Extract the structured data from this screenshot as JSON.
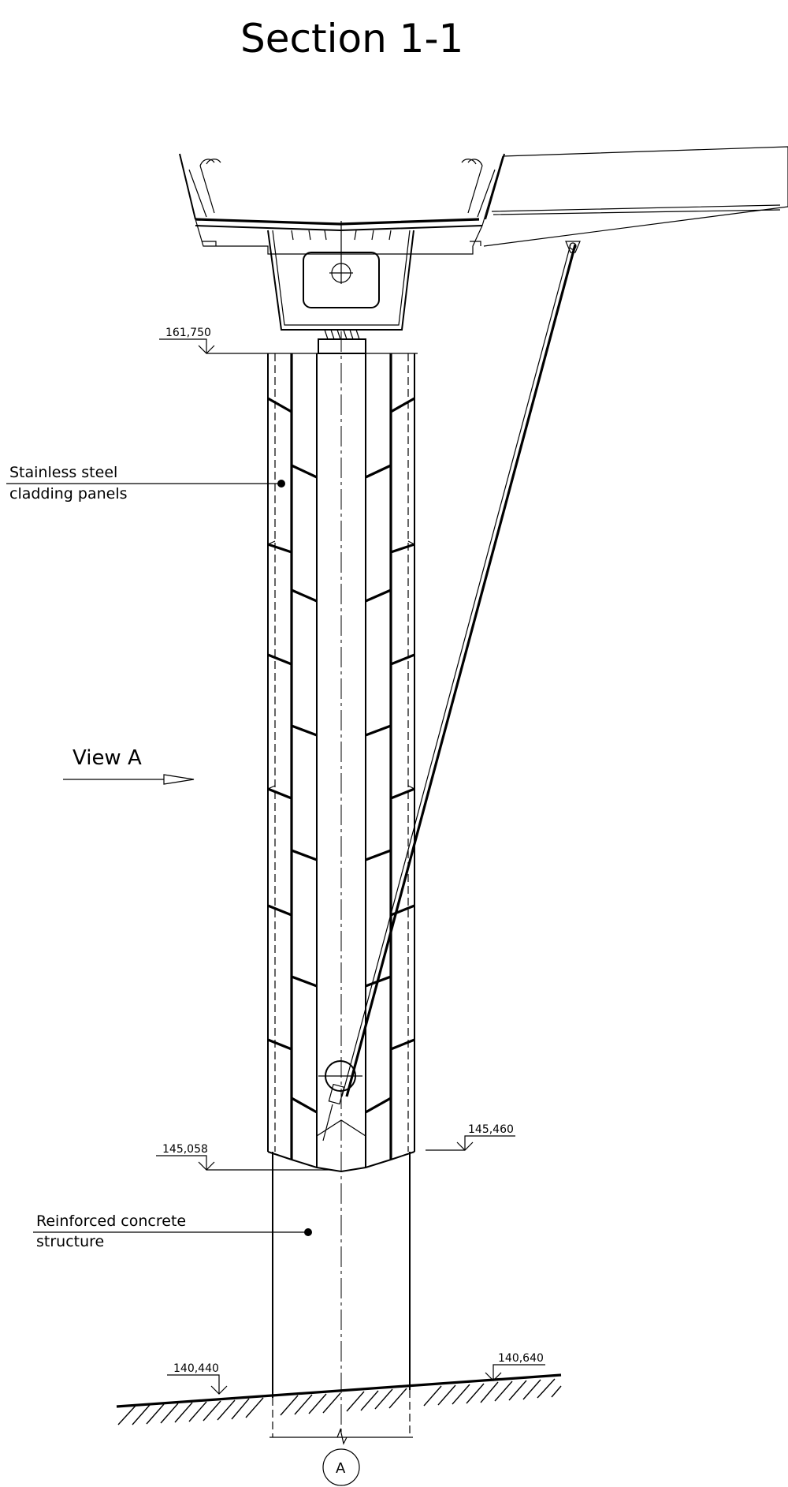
{
  "title": "Section 1-1",
  "labels": {
    "cladding_line1": "Stainless steel",
    "cladding_line2": "cladding panels",
    "concrete_line1": "Reinforced concrete",
    "concrete_line2": "structure",
    "view": "View A",
    "axis_marker": "A"
  },
  "levels": {
    "top_of_pier": "161,750",
    "bottom_of_cladding": "145,058",
    "right_level": "145,460",
    "ground_left": "140,440",
    "ground_right": "140,640"
  }
}
